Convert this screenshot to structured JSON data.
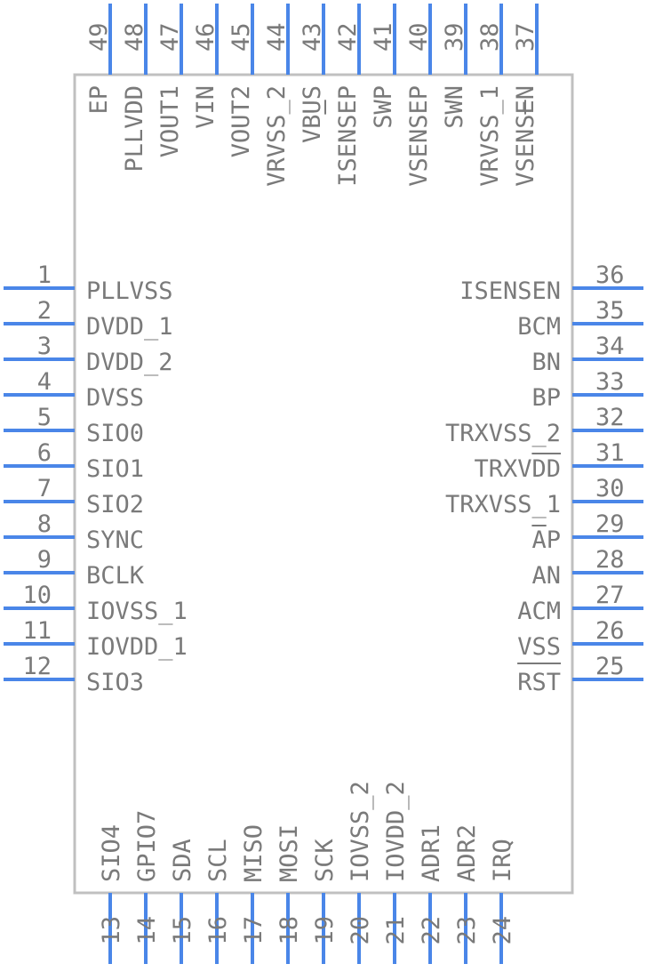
{
  "colors": {
    "pin": "#4a86e8",
    "body_outline": "#c0c0c0",
    "text": "#7a7a7a",
    "background": "#ffffff"
  },
  "pins": {
    "left": [
      {
        "number": "1",
        "name": "PLLVSS"
      },
      {
        "number": "2",
        "name": "DVDD_1"
      },
      {
        "number": "3",
        "name": "DVDD_2"
      },
      {
        "number": "4",
        "name": "DVSS"
      },
      {
        "number": "5",
        "name": "SIO0"
      },
      {
        "number": "6",
        "name": "SIO1"
      },
      {
        "number": "7",
        "name": "SIO2"
      },
      {
        "number": "8",
        "name": "SYNC"
      },
      {
        "number": "9",
        "name": "BCLK"
      },
      {
        "number": "10",
        "name": "IOVSS_1"
      },
      {
        "number": "11",
        "name": "IOVDD_1"
      },
      {
        "number": "12",
        "name": "SIO3"
      }
    ],
    "bottom": [
      {
        "number": "13",
        "name": "SIO4"
      },
      {
        "number": "14",
        "name": "GPIO7"
      },
      {
        "number": "15",
        "name": "SDA"
      },
      {
        "number": "16",
        "name": "SCL"
      },
      {
        "number": "17",
        "name": "MISO"
      },
      {
        "number": "18",
        "name": "MOSI"
      },
      {
        "number": "19",
        "name": "SCK"
      },
      {
        "number": "20",
        "name": "IOVSS_2"
      },
      {
        "number": "21",
        "name": "IOVDD_2"
      },
      {
        "number": "22",
        "name": "ADR1"
      },
      {
        "number": "23",
        "name": "ADR2"
      },
      {
        "number": "24",
        "name": "IRQ"
      }
    ],
    "right": [
      {
        "number": "25",
        "name": "RST"
      },
      {
        "number": "26",
        "name": "VSS"
      },
      {
        "number": "27",
        "name": "ACM"
      },
      {
        "number": "28",
        "name": "AN"
      },
      {
        "number": "29",
        "name": "AP"
      },
      {
        "number": "30",
        "name": "TRXVSS_1"
      },
      {
        "number": "31",
        "name": "TRXVDD"
      },
      {
        "number": "32",
        "name": "TRXVSS_2"
      },
      {
        "number": "33",
        "name": "BP"
      },
      {
        "number": "34",
        "name": "BN"
      },
      {
        "number": "35",
        "name": "BCM"
      },
      {
        "number": "36",
        "name": "ISENSEN"
      }
    ],
    "top": [
      {
        "number": "37",
        "name": "VSENSEN"
      },
      {
        "number": "38",
        "name": "VRVSS_1"
      },
      {
        "number": "39",
        "name": "SWN"
      },
      {
        "number": "40",
        "name": "VSENSEP"
      },
      {
        "number": "41",
        "name": "SWP"
      },
      {
        "number": "42",
        "name": "ISENSEP"
      },
      {
        "number": "43",
        "name": "VBUS"
      },
      {
        "number": "44",
        "name": "VRVSS_2"
      },
      {
        "number": "45",
        "name": "VOUT2"
      },
      {
        "number": "46",
        "name": "VIN"
      },
      {
        "number": "47",
        "name": "VOUT1"
      },
      {
        "number": "48",
        "name": "PLLVDD"
      },
      {
        "number": "49",
        "name": "EP"
      }
    ]
  }
}
